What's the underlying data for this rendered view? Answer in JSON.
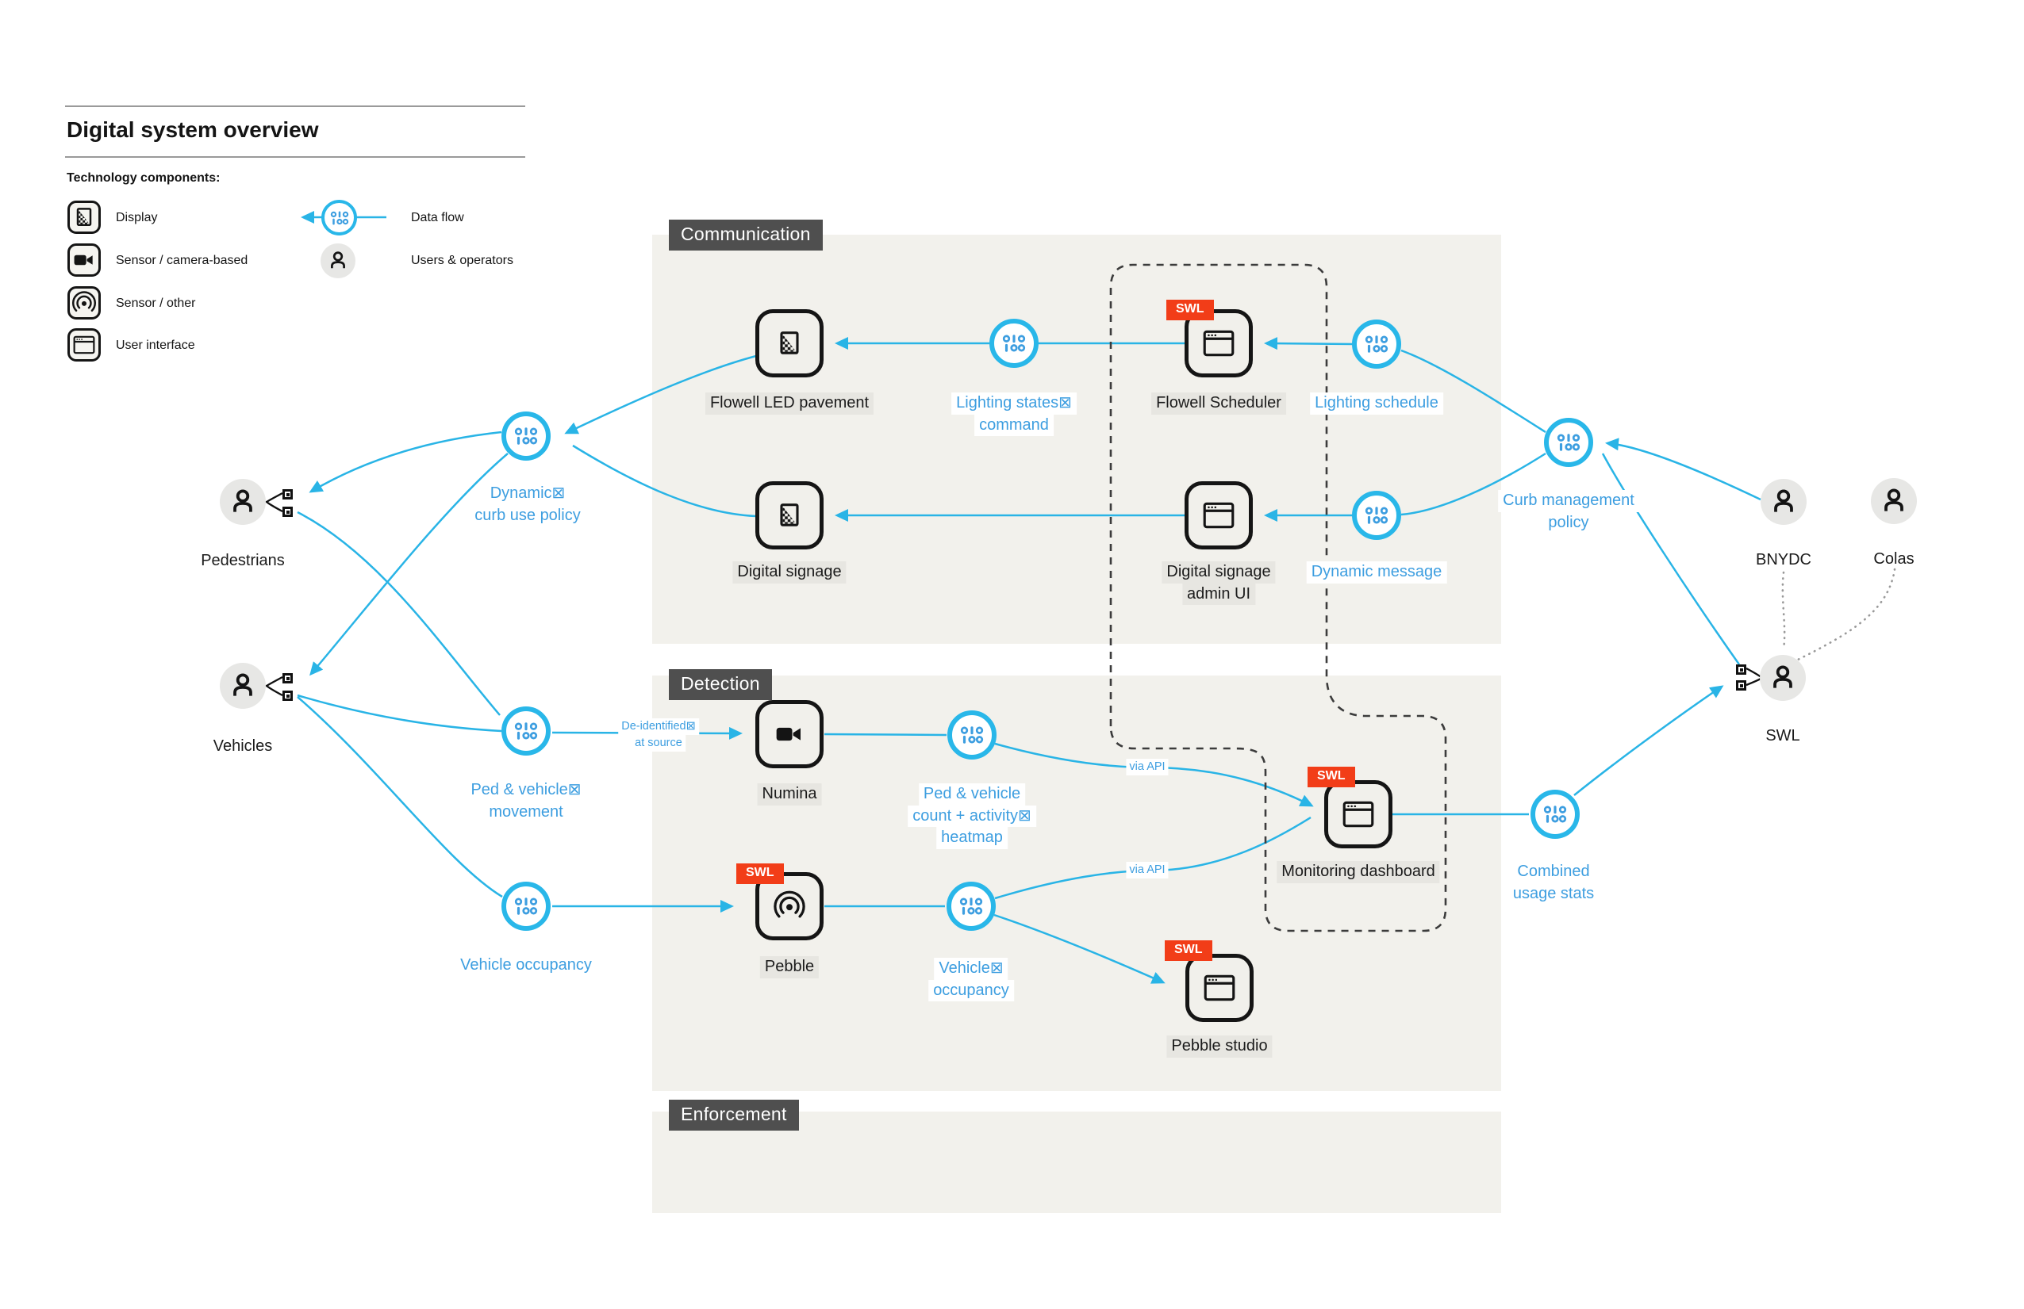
{
  "page": {
    "title": "Digital system overview",
    "subtitle": "Technology components:"
  },
  "legend": {
    "display": "Display",
    "camera": "Sensor / camera-based",
    "sensor_other": "Sensor / other",
    "user_interface": "User interface",
    "data_flow": "Data flow",
    "users": "Users & operators"
  },
  "sections": {
    "communication": "Communication",
    "detection": "Detection",
    "enforcement": "Enforcement"
  },
  "swl_tag": "SWL",
  "actors": {
    "pedestrians": "Pedestrians",
    "vehicles": "Vehicles",
    "bnydc": "BNYDC",
    "colas": "Colas",
    "swl": "SWL"
  },
  "nodes": {
    "flowell_led": "Flowell LED pavement",
    "digital_signage": "Digital signage",
    "flowell_scheduler": "Flowell Scheduler",
    "signage_admin": [
      "Digital signage",
      "admin UI"
    ],
    "numina": "Numina",
    "pebble": "Pebble",
    "monitoring": "Monitoring dashboard",
    "pebble_studio": "Pebble studio"
  },
  "flows": {
    "dynamic_policy": [
      "Dynamic⊠",
      "curb use policy"
    ],
    "ped_veh_movement": [
      "Ped & vehicle⊠",
      "movement"
    ],
    "vehicle_occupancy": "Vehicle occupancy",
    "lighting_states": [
      "Lighting states⊠",
      "command"
    ],
    "lighting_schedule": "Lighting schedule",
    "dynamic_message": "Dynamic message",
    "curb_policy": [
      "Curb management",
      "policy"
    ],
    "pv_count": [
      "Ped & vehicle",
      "count + activity⊠",
      "heatmap"
    ],
    "vehicle_occupancy2": [
      "Vehicle⊠",
      "occupancy"
    ],
    "combined_stats": [
      "Combined",
      "usage stats"
    ]
  },
  "annotations": {
    "de_identified": [
      "De-identified⊠",
      "at source"
    ],
    "via_api_top": "via API",
    "via_api_bottom": "via API"
  },
  "colors": {
    "accent_cyan": "#29b4e6",
    "flow_ring_cyan": "#29b7e9",
    "flow_label_blue": "#3d9ee0",
    "swl_red": "#f23d18",
    "badge_gray": "#4f4f4f",
    "section_bg": "#f2f1ec",
    "node_label_bg": "#e7e6e1",
    "dotted_gray": "#999999"
  }
}
